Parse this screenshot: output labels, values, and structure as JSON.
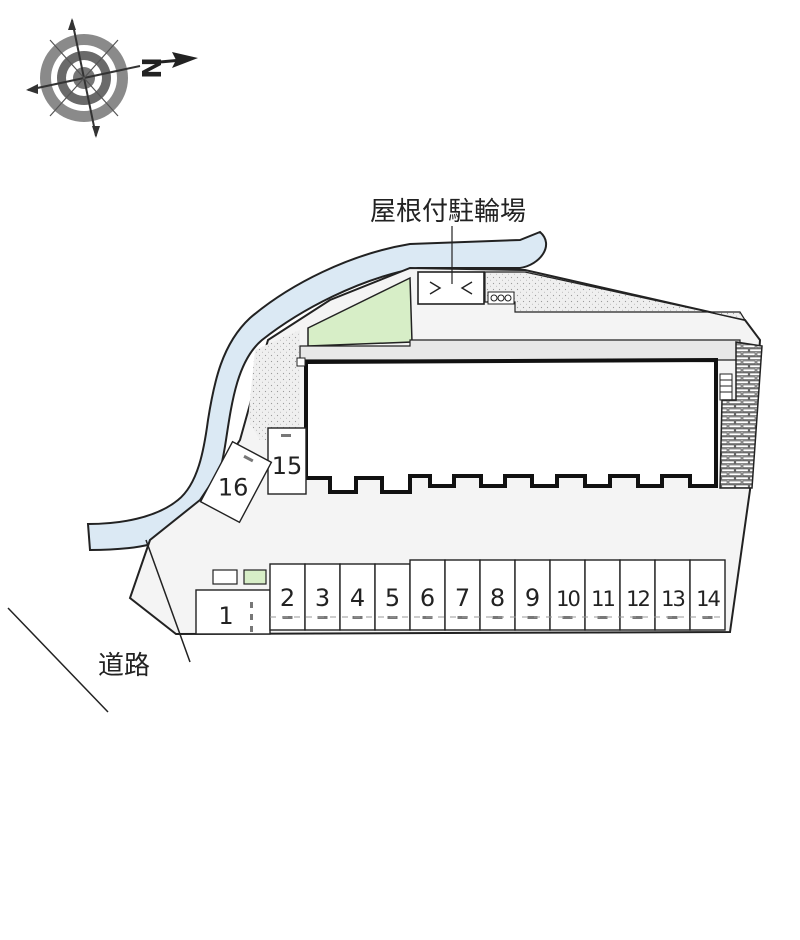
{
  "compass": {
    "north_letter": "N"
  },
  "labels": {
    "bicycle_parking": "屋根付駐輪場",
    "road": "道路"
  },
  "parking_spaces": [
    "1",
    "2",
    "3",
    "4",
    "5",
    "6",
    "7",
    "8",
    "9",
    "10",
    "11",
    "12",
    "13",
    "14",
    "15",
    "16"
  ],
  "colors": {
    "river": "#dbe9f4",
    "lawn": "#d7eec7",
    "gravel": "#efefef",
    "lot": "#f4f4f4",
    "outline": "#222222",
    "brick": "#6b6b6b"
  }
}
